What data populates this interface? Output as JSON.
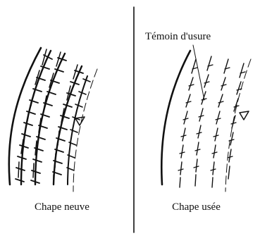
{
  "labels": {
    "wear_indicator": "Témoin d'usure",
    "new_tread": "Chape neuve",
    "worn_tread": "Chape usée"
  },
  "colors": {
    "ink": "#111111",
    "background": "#ffffff"
  },
  "icons": {
    "wear_marker": "triangle-marker-icon"
  }
}
